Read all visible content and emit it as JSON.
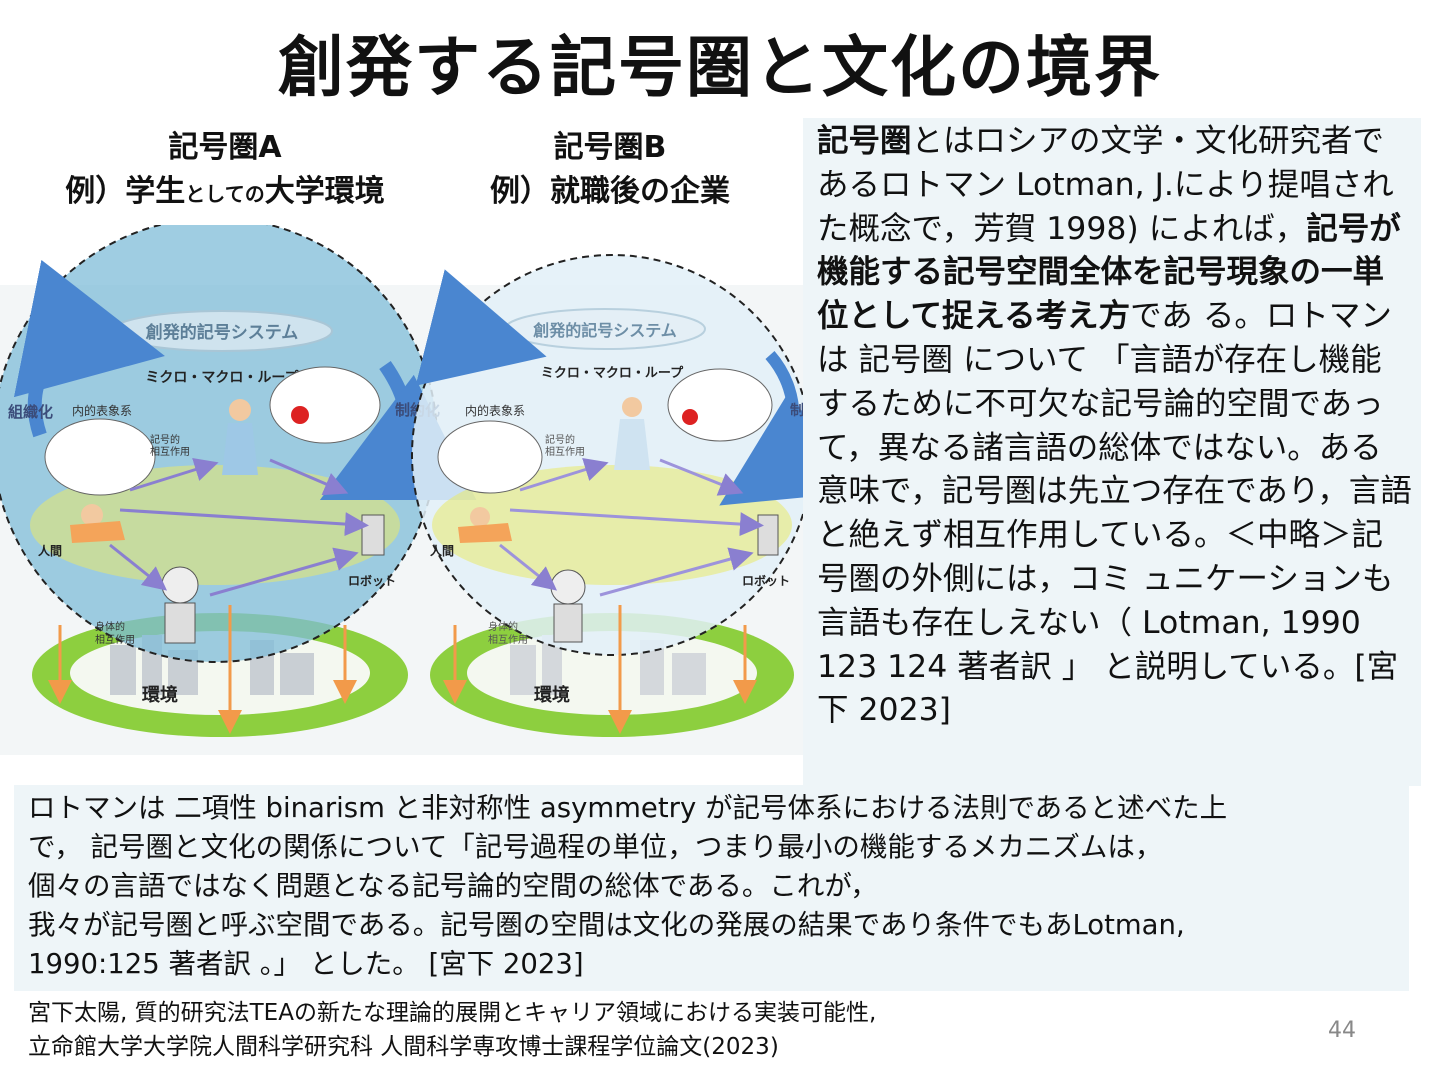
{
  "title": "創発する記号圏と文化の境界",
  "sphere_a": {
    "name": "記号圏A",
    "example_prefix": "例）学生",
    "example_small": "としての",
    "example_suffix": "大学環境"
  },
  "sphere_b": {
    "name": "記号圏B",
    "example": "例）就職後の企業"
  },
  "diagram": {
    "banner": "創発的記号システム",
    "loop": "ミクロ・マクロ・ループ",
    "organize": "組織化",
    "constrain": "制約化",
    "inner": "内的表象系",
    "semiotic": "記号的",
    "mutual": "相互作用",
    "human": "人間",
    "robot": "ロボット",
    "physical": "身体的",
    "environment": "環境"
  },
  "right_text": {
    "p1_bold": "記号圏",
    "p1_rest": "とはロシアの文学・文化研究者であるロトマン Lotman, J.により提唱された概念で，芳賀 1998) によれば，",
    "p2_bold": "記号が機能する記号空間全体を記号現象の一単位として捉える考え方",
    "p3": "であ る。ロトマンは 記号圏 について 「言語が存在し機能するために不可欠な記号論的空間であって，異なる諸言語の総体ではない。ある意味で，記号圏は先立つ存在であり，言語と絶えず相互作用している。＜中略＞記号圏の外側には，コミ ュニケーションも言語も存在しえない（ Lotman, 1990 123 124 著者訳 」 と説明している。[宮下 2023]"
  },
  "bottom_text": {
    "line1": "ロトマンは 二項性 binarism と非対称性 asymmetry が記号体系における法則であると述べた上",
    "line2": "で， 記号圏と文化の関係について「記号過程の単位，つまり最小の機能するメカニズムは，",
    "line3": "個々の言語ではなく問題となる記号論的空間の総体である。これが，",
    "line4": "我々が記号圏と呼ぶ空間である。記号圏の空間は文化の発展の結果であり条件でもあLotman,",
    "line5": "1990:125 著者訳 。」 とした。 [宮下 2023]"
  },
  "reference": {
    "line1": "宮下太陽, 質的研究法TEAの新たな理論的展開とキャリア領域における実装可能性,",
    "line2": "立命館大学大学院人間科学研究科 人間科学専攻博士課程学位論文(2023)"
  },
  "page_number": "44",
  "colors": {
    "sphere_a_fill": "#7fbcd8",
    "sphere_b_fill": "#e2f0f8",
    "ring_green": "#8dcf3f",
    "ring_yellow": "#e9ea6a",
    "arrow_blue": "#4a86d0",
    "arrow_orange": "#f29a4a",
    "arrow_purple": "#8a7fd0"
  }
}
